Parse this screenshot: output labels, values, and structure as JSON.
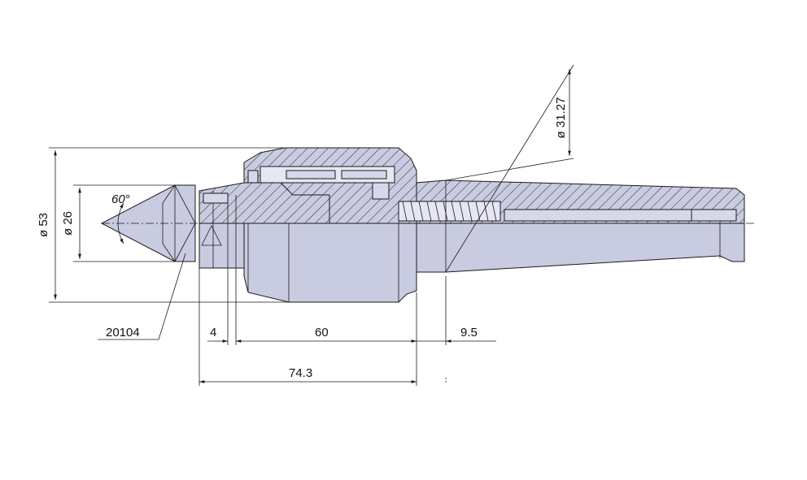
{
  "drawing": {
    "dimensions": {
      "diameter_outer": "ø 53",
      "diameter_point": "ø 26",
      "diameter_taper": "ø 31.27",
      "angle": "60°",
      "part_number": "20104",
      "length_4": "4",
      "length_60": "60",
      "length_9_5": "9.5",
      "length_74_3": "74.3"
    },
    "colors": {
      "body": "#c9cbe0",
      "line": "#1a1a1a",
      "background": "#ffffff"
    }
  }
}
